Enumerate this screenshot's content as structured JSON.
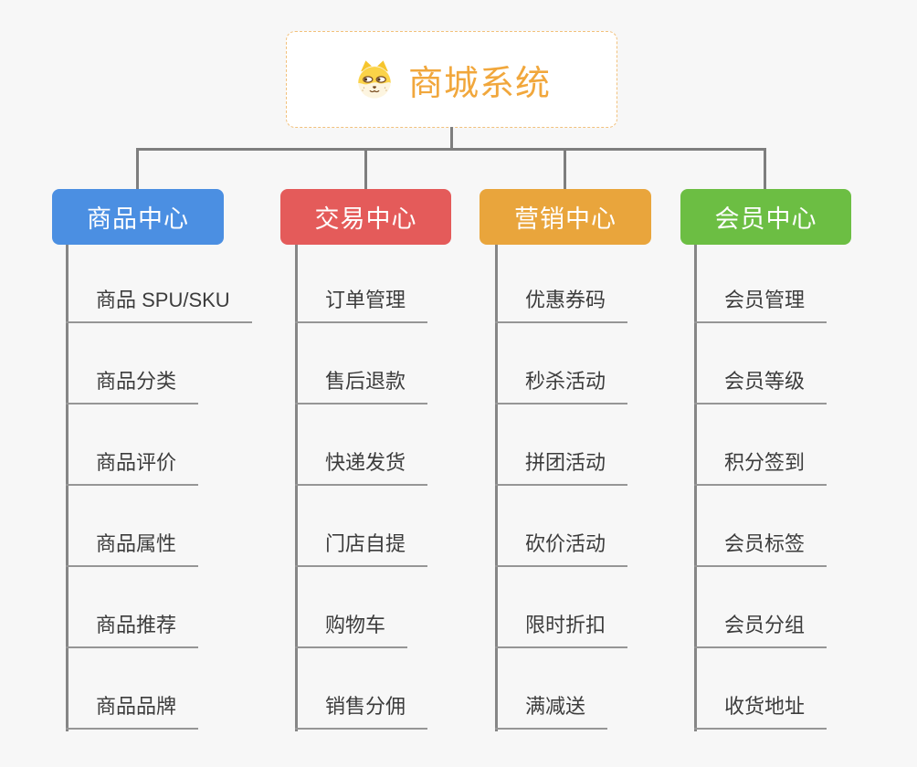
{
  "root": {
    "title": "商城系统",
    "logo_icon": "shiba-dog-face",
    "title_color": "#f1a73c",
    "border_color": "#f2c17c"
  },
  "connector_color": "#7e7e7e",
  "background_color": "#f7f7f7",
  "branches": [
    {
      "label": "商品中心",
      "color": "#4b8fe2",
      "children": [
        "商品 SPU/SKU",
        "商品分类",
        "商品评价",
        "商品属性",
        "商品推荐",
        "商品品牌"
      ]
    },
    {
      "label": "交易中心",
      "color": "#e45b5a",
      "children": [
        "订单管理",
        "售后退款",
        "快递发货",
        "门店自提",
        "购物车",
        "销售分佣"
      ]
    },
    {
      "label": "营销中心",
      "color": "#e9a53c",
      "children": [
        "优惠券码",
        "秒杀活动",
        "拼团活动",
        "砍价活动",
        "限时折扣",
        "满减送"
      ]
    },
    {
      "label": "会员中心",
      "color": "#6cbe43",
      "children": [
        "会员管理",
        "会员等级",
        "积分签到",
        "会员标签",
        "会员分组",
        "收货地址"
      ]
    }
  ]
}
